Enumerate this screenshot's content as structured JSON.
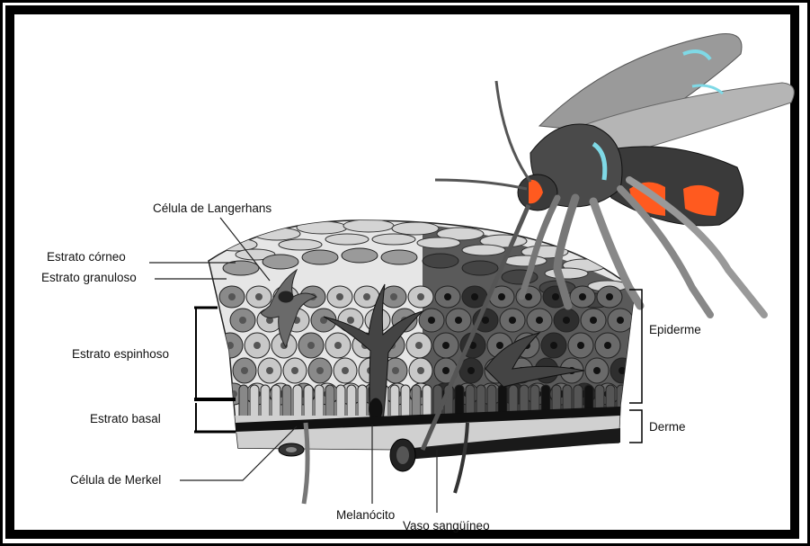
{
  "labels": {
    "langerhans": "Célula de Langerhans",
    "corneo": "Estrato córneo",
    "granuloso": "Estrato granuloso",
    "espinhoso": "Estrato espinhoso",
    "basal": "Estrato basal",
    "merkel": "Célula de Merkel",
    "melanocito": "Melanócito",
    "vaso": "Vaso sangüíneo",
    "epiderme": "Epiderme",
    "derme": "Derme"
  },
  "colors": {
    "frame": "#000000",
    "cell_light": "#c8c8c8",
    "cell_mid": "#8a8a8a",
    "cell_dark": "#3a3a3a",
    "mosquito_body": "#4a4a4a",
    "mosquito_orange": "#ff5a1f",
    "mosquito_cyan": "#7fd9e6"
  }
}
